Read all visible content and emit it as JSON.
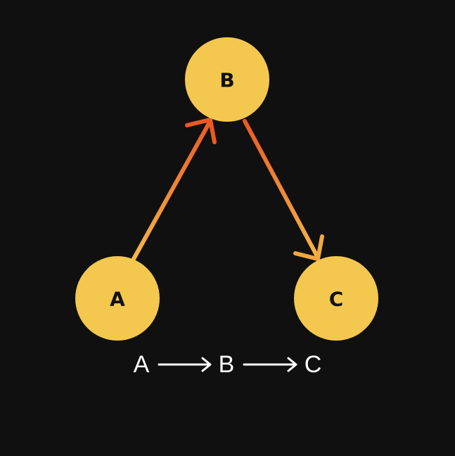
{
  "nodes": {
    "a": {
      "label": "A"
    },
    "b": {
      "label": "B"
    },
    "c": {
      "label": "C"
    }
  },
  "chain": {
    "first": "A",
    "second": "B",
    "third": "C"
  },
  "colors": {
    "background": "#101010",
    "node_fill": "#f4c84f",
    "node_text": "#111111",
    "edge_gradient_start": "#f5b74a",
    "edge_gradient_end": "#ea5a24",
    "chain_text": "#ffffff"
  }
}
